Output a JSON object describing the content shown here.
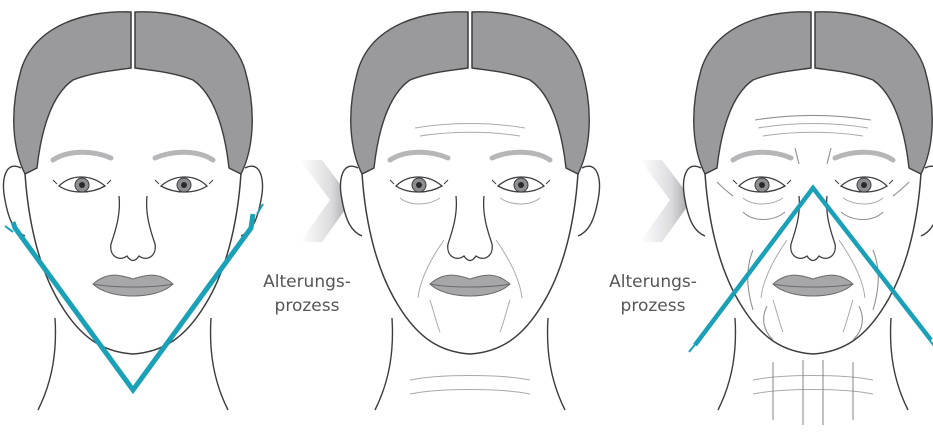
{
  "labels": {
    "step1": [
      "Alterungs-",
      "prozess"
    ],
    "step2": [
      "Alterungs-",
      "prozess"
    ]
  },
  "colors": {
    "hair": "#9a9a9c",
    "outline": "#3d3d3f",
    "skin": "#ffffff",
    "lips": "#a7a7a9",
    "brow": "#b6b6b8",
    "accent": "#1aa0b7",
    "arrow": "#d4d4d6"
  }
}
